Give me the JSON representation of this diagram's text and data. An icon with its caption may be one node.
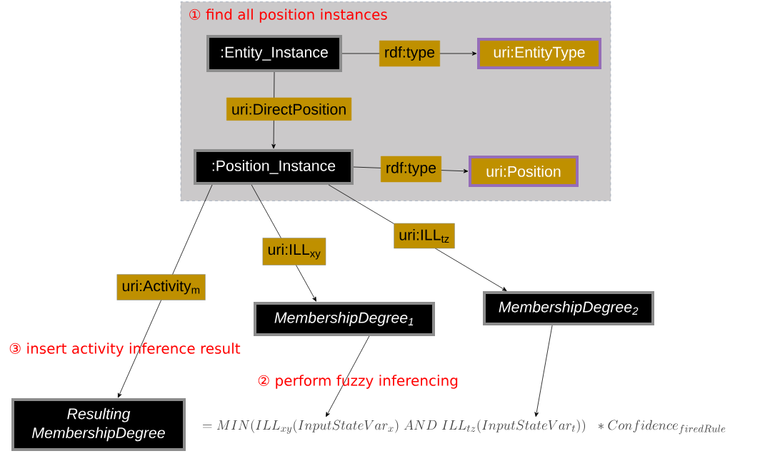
{
  "diagram": {
    "nodes": [
      {
        "text": [
          "① find all position instances"
        ]
      },
      {
        "text": [
          ":Entity_Instance"
        ],
        "in": 0
      },
      {
        "text": [
          "uri:EntityType"
        ],
        "in": 0
      },
      {
        "text": [
          ":Position_Instance"
        ],
        "in": 0
      },
      {
        "text": [
          "uri:Position"
        ],
        "in": 0
      },
      {
        "text": [
          "MembershipDegree$_{1}$"
        ]
      },
      {
        "text": [
          "MembershipDegree$_{2}$"
        ]
      },
      {
        "text": [
          "Resulting MembershipDegree"
        ]
      },
      {
        "text": [
          "= MIN(ILL_{xy}(InputStateVar_x)\\ AND\\ ILL_{tz}(InputStateVar_t))\\ \\ * Confidence_{firedRule}"
        ]
      }
    ],
    "edges": [
      {
        "from": 1,
        "to": 2,
        "arrow": "to",
        "label": "rdf:type"
      },
      {
        "from": 1,
        "to": 3,
        "arrow": "to",
        "label": "uri:DirectPosition"
      },
      {
        "from": 3,
        "to": 4,
        "arrow": "to",
        "label": "rdf:type"
      },
      {
        "from": 3,
        "to": 7,
        "arrow": "to",
        "label": "uri:Activity$_{m}$"
      },
      {
        "from": 3,
        "to": 5,
        "arrow": "to",
        "label": "uri:ILL$_{xy}$"
      },
      {
        "from": 3,
        "to": 6,
        "arrow": "to",
        "label": "uri:ILL$_{tz}$"
      },
      {
        "from": 5,
        "to": 8,
        "arrow": "to"
      },
      {
        "from": 6,
        "to": 8,
        "arrow": "to"
      }
    ],
    "labels": [
      "③ insert activity inference result",
      "② perform fuzzy inferencing"
    ]
  }
}
